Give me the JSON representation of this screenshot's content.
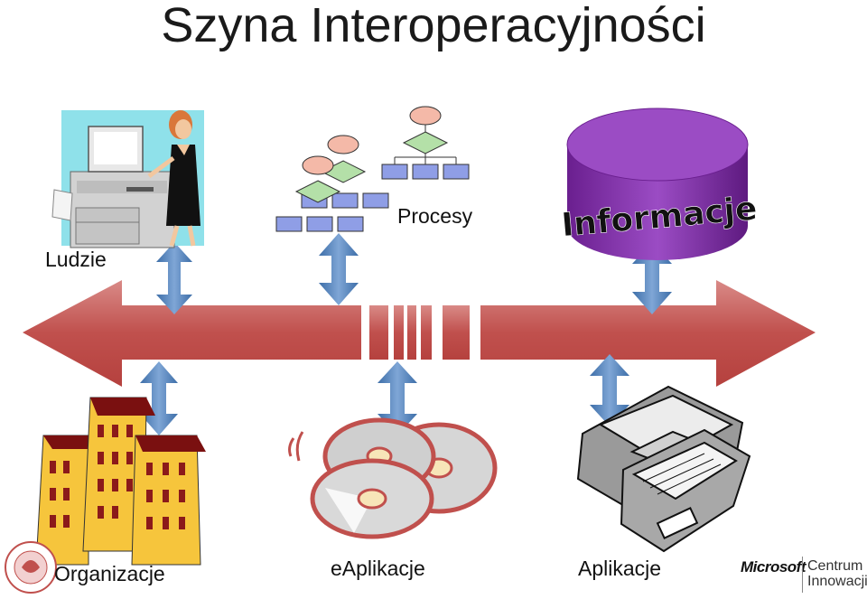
{
  "title": "Szyna Interoperacyjności",
  "labels": {
    "ludzie": "Ludzie",
    "procesy": "Procesy",
    "informacje": "Informacje",
    "organizacje": "Organizacje",
    "eaplikacje": "eAplikacje",
    "aplikacje": "Aplikacje"
  },
  "branding": {
    "microsoft": "Microsoft",
    "centrum_line1": "Centrum",
    "centrum_line2": "Innowacji"
  },
  "colors": {
    "bus": "#c0504d",
    "connector": "#4f81bd",
    "database": "#7030a0"
  }
}
